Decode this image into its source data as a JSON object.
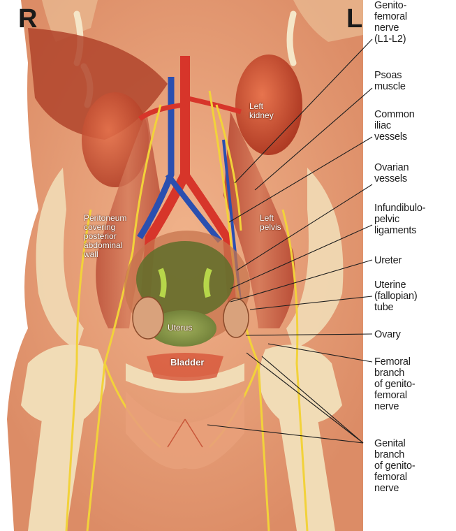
{
  "orientation": {
    "right": "R",
    "left": "L"
  },
  "callouts": [
    {
      "id": "genitofemoral-nerve",
      "text": "Genito-\nfemoral\nnerve\n(L1-L2)"
    },
    {
      "id": "psoas-muscle",
      "text": "Psoas\nmuscle"
    },
    {
      "id": "common-iliac-vessels",
      "text": "Common\niliac\nvessels"
    },
    {
      "id": "ovarian-vessels",
      "text": "Ovarian\nvessels"
    },
    {
      "id": "infundibulopelvic-ligaments",
      "text": "Infundibulo-\npelvic\nligaments"
    },
    {
      "id": "ureter",
      "text": "Ureter"
    },
    {
      "id": "uterine-tube",
      "text": "Uterine\n(fallopian)\ntube"
    },
    {
      "id": "ovary",
      "text": "Ovary"
    },
    {
      "id": "femoral-branch",
      "text": "Femoral\nbranch\nof genito-\nfemoral\nnerve"
    },
    {
      "id": "genital-branch",
      "text": "Genital\nbranch\nof genito-\nfemoral\nnerve"
    }
  ],
  "inline_labels": [
    {
      "id": "left-kidney",
      "text": "Left\nkidney"
    },
    {
      "id": "left-pelvis",
      "text": "Left\npelvis"
    },
    {
      "id": "peritoneum",
      "text": "Peritoneum\ncovering\nposterior\nabdominal\nwall"
    },
    {
      "id": "uterus",
      "text": "Uterus"
    },
    {
      "id": "bladder",
      "text": "Bladder"
    }
  ],
  "colors": {
    "skin": "#e8a07a",
    "muscle": "#c9573a",
    "artery": "#d7352a",
    "vein": "#2a4fb0",
    "nerve": "#f2d23a",
    "bone": "#f1dcb6",
    "uterus": "#8a9a4a",
    "leader": "#1e1e1e"
  }
}
